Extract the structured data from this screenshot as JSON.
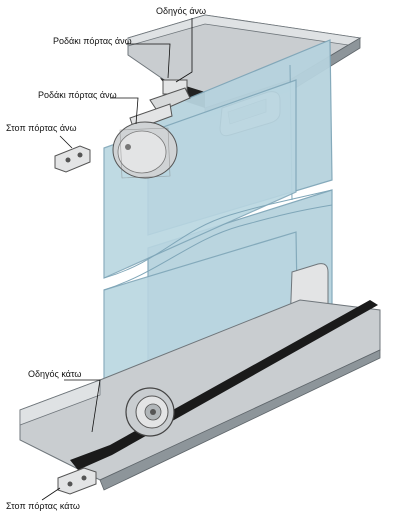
{
  "labels": {
    "top_guide": "Οδηγός άνω",
    "top_roller_1": "Ροδάκι πόρτας άνω",
    "top_roller_2": "Ροδάκι πόρτας άνω",
    "top_stop": "Στοπ πόρτας άνω",
    "bottom_guide": "Οδηγός κάτω",
    "bottom_stop": "Στοπ πόρτας κάτω"
  },
  "colors": {
    "glass": "#b7d3de",
    "glass_edge": "#7fa6b8",
    "rail": "#9aa1a6",
    "rail_light": "#c9cdd0",
    "channel": "#1a1a1a",
    "metal": "#e3e4e5"
  }
}
